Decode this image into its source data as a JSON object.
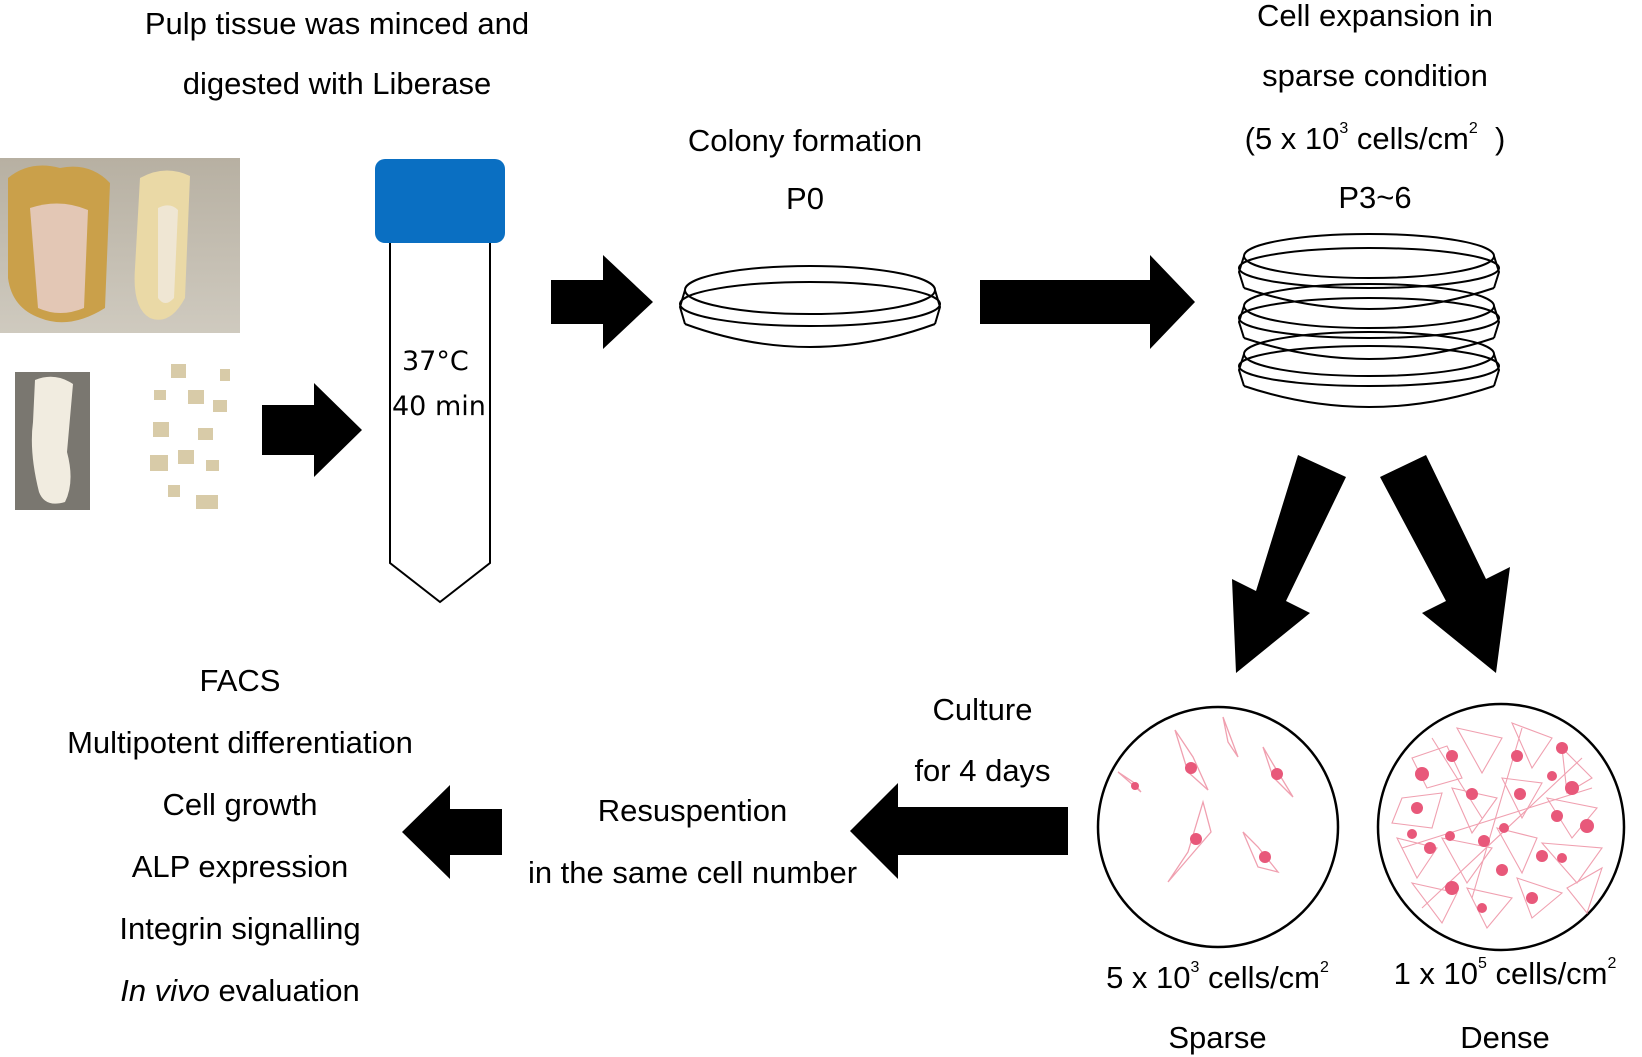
{
  "step1": {
    "line1": "Pulp tissue was minced and",
    "line2": "digested with Liberase"
  },
  "tube": {
    "temp": "37°C",
    "time": "40 min",
    "cap_color": "#0a6fc2"
  },
  "step2": {
    "line1": "Colony formation",
    "line2": "P0"
  },
  "step3": {
    "line1": "Cell expansion in",
    "line2": "sparse condition",
    "density_pre": "(5 x 10",
    "density_exp": "3",
    "density_unit": " cells/cm",
    "density_unit_exp": "2",
    "density_post": ")",
    "passage": "P3~6"
  },
  "sparse": {
    "pre": "5 x 10",
    "exp": "3",
    "unit": " cells/cm",
    "unit_exp": "2",
    "label": "Sparse"
  },
  "dense": {
    "pre": "1 x 10",
    "exp": "5",
    "unit": " cells/cm",
    "unit_exp": "2",
    "label": "Dense"
  },
  "culture": {
    "line1": "Culture",
    "line2": "for 4 days"
  },
  "resuspension": {
    "line1": "Resuspention",
    "line2": "in the same cell number"
  },
  "analyses": {
    "items": [
      "FACS",
      "Multipotent differentiation",
      "Cell growth",
      "ALP expression",
      "Integrin signalling"
    ],
    "last_italic": "In vivo",
    "last_rest": " evaluation"
  },
  "colors": {
    "cell_fill": "#e8587a",
    "cell_outline": "#f0a0b0",
    "arrow": "#000000"
  }
}
